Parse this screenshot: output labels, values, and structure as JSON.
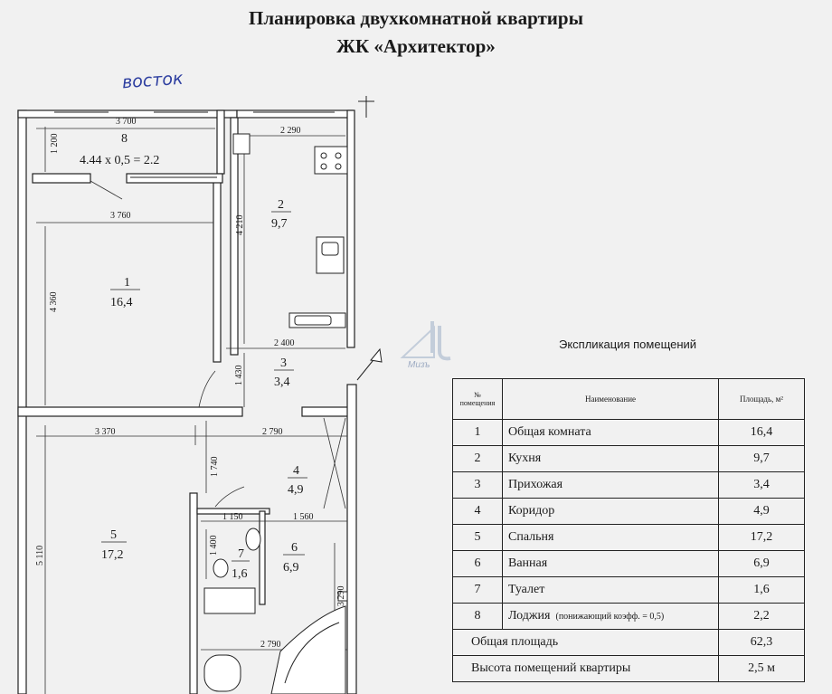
{
  "header": {
    "title": "Планировка двухкомнатной квартиры",
    "subtitle": "ЖК «Архитектор»",
    "handwritten_note": "восток"
  },
  "plan": {
    "dimensions": [
      "3 700",
      "1 200",
      "2 290",
      "3 760",
      "4 210",
      "4 360",
      "2 400",
      "1 430",
      "3 370",
      "2 790",
      "1 740",
      "1 150",
      "1 560",
      "1 400",
      "5 110",
      "3 290",
      "2 790"
    ],
    "loggia_formula": "4.44 x 0,5 = 2.2",
    "rooms": [
      {
        "num": "8",
        "area": ""
      },
      {
        "num": "2",
        "area": "9,7"
      },
      {
        "num": "1",
        "area": "16,4"
      },
      {
        "num": "3",
        "area": "3,4"
      },
      {
        "num": "4",
        "area": "4,9"
      },
      {
        "num": "5",
        "area": "17,2"
      },
      {
        "num": "6",
        "area": "6,9"
      },
      {
        "num": "7",
        "area": "1,6"
      }
    ]
  },
  "watermark": {
    "text": "Мизъ"
  },
  "explication": {
    "title": "Экспликация помещений",
    "headers": {
      "num": "№ помещения",
      "name": "Наименование",
      "area": "Площадь, м²"
    },
    "rows": [
      {
        "n": "1",
        "name": "Общая комната",
        "area": "16,4"
      },
      {
        "n": "2",
        "name": "Кухня",
        "area": "9,7"
      },
      {
        "n": "3",
        "name": "Прихожая",
        "area": "3,4"
      },
      {
        "n": "4",
        "name": "Коридор",
        "area": "4,9"
      },
      {
        "n": "5",
        "name": "Спальня",
        "area": "17,2"
      },
      {
        "n": "6",
        "name": "Ванная",
        "area": "6,9"
      },
      {
        "n": "7",
        "name": "Туалет",
        "area": "1,6"
      },
      {
        "n": "8",
        "name": "Лоджия",
        "note": "(понижающий коэфф. = 0,5)",
        "area": "2,2"
      }
    ],
    "total_label": "Общая площадь",
    "total_value": "62,3",
    "height_label": "Высота помещений квартиры",
    "height_value": "2,5 м"
  }
}
